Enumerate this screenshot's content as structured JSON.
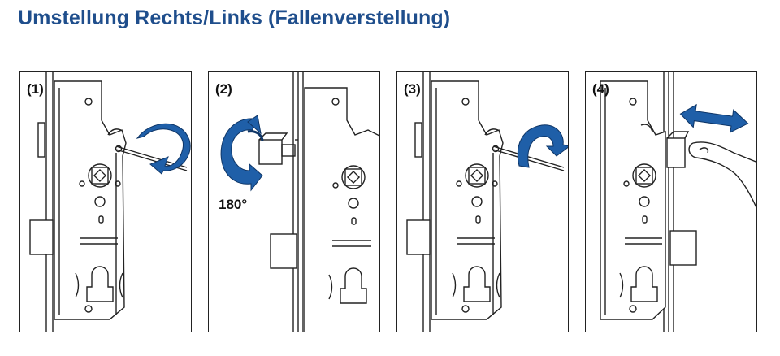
{
  "title": "Umstellung Rechts/Links (Fallenverstellung)",
  "steps": [
    {
      "label": "(1)"
    },
    {
      "label": "(2)",
      "angle_label": "180°"
    },
    {
      "label": "(3)"
    },
    {
      "label": "(4)"
    }
  ],
  "colors": {
    "title": "#1f4e8c",
    "arrow": "#1f5fa8",
    "line": "#222222"
  }
}
